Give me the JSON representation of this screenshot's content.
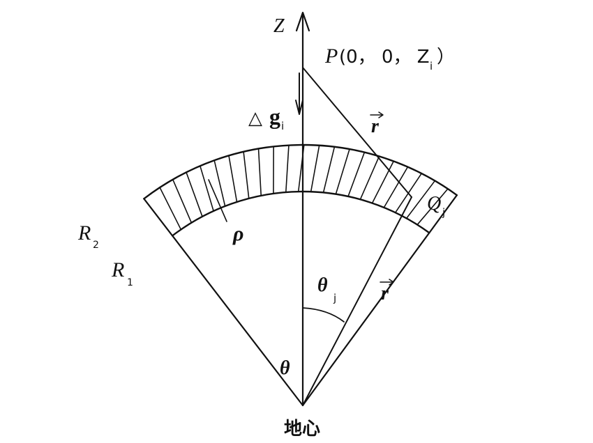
{
  "labels": {
    "z_axis": "Z",
    "point_p": "P",
    "point_p_coords": "(0， 0， Z",
    "point_p_sub": "i",
    "point_p_close": "）",
    "delta": "△",
    "g": "g",
    "g_sub": "i",
    "r_upper": "r",
    "r_lower": "r",
    "q": "Q",
    "q_sub": "j",
    "rho": "ρ",
    "r2": "R",
    "r2_sub": "2",
    "r1": "R",
    "r1_sub": "1",
    "theta_j": "θ",
    "theta_j_sub": "j",
    "theta": "θ",
    "earth_center": "地心"
  },
  "colors": {
    "ink": "#111111",
    "background": "#ffffff"
  }
}
